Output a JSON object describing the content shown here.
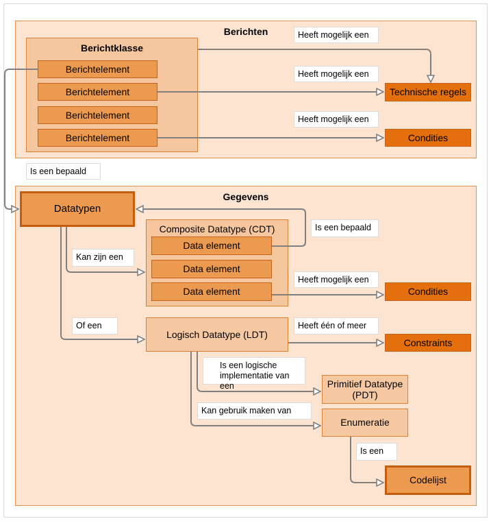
{
  "berichten": {
    "title": "Berichten",
    "berichtklasse": "Berichtklasse",
    "elements": [
      "Berichtelement",
      "Berichtelement",
      "Berichtelement",
      "Berichtelement"
    ],
    "technische_regels": "Technische regels",
    "condities": "Condities"
  },
  "gegevens": {
    "title": "Gegevens",
    "datatypen": "Datatypen",
    "cdt_title": "Composite Datatype (CDT)",
    "data_elements": [
      "Data element",
      "Data element",
      "Data element"
    ],
    "condities": "Condities",
    "ldt": "Logisch Datatype (LDT)",
    "constraints": "Constraints",
    "pdt": "Primitief Datatype (PDT)",
    "enumeratie": "Enumeratie",
    "codelijst": "Codelijst"
  },
  "labels": {
    "heeft_mogelijk_1": "Heeft mogelijk een",
    "heeft_mogelijk_2": "Heeft mogelijk een",
    "heeft_mogelijk_3": "Heeft mogelijk een",
    "is_een_bepaald_1": "Is een bepaald",
    "is_een_bepaald_2": "Is een bepaald",
    "kan_zijn_een": "Kan zijn een",
    "heeft_mogelijk_4": "Heeft mogelijk een",
    "of_een": "Of een",
    "heeft_een_of_meer": "Heeft één of meer",
    "logische_impl": "Is een logische implementatie van een",
    "kan_gebruik": "Kan gebruik maken van",
    "is_een": "Is een"
  },
  "colors": {
    "group_fill": "#fce4d1",
    "element_fill": "#eb9a4f",
    "rule_fill": "#e36f0d",
    "connector": "#808080"
  }
}
